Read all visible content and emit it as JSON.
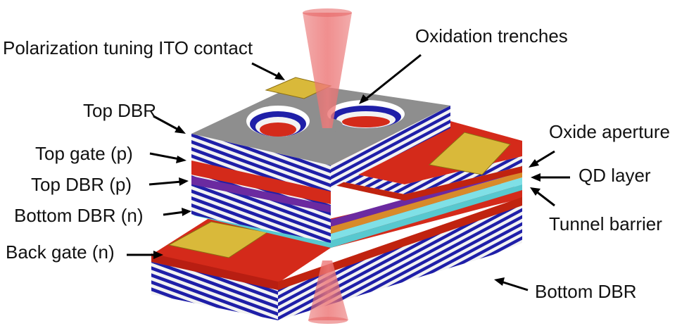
{
  "labels": {
    "polarization_contact": "Polarization tuning ITO contact",
    "oxidation_trenches": "Oxidation trenches",
    "top_dbr": "Top DBR",
    "top_gate": "Top gate (p)",
    "top_dbr_p": "Top DBR (p)",
    "bottom_dbr_n": "Bottom DBR (n)",
    "back_gate": "Back gate (n)",
    "oxide_aperture": "Oxide aperture",
    "qd_layer": "QD layer",
    "tunnel_barrier": "Tunnel barrier",
    "bottom_dbr": "Bottom DBR"
  },
  "colors": {
    "dbr_blue": "#1f1fa8",
    "dbr_white": "#f2f2f2",
    "gate_red": "#d42a1a",
    "top_gray": "#8e8e8e",
    "contact_gold": "#d9b93a",
    "tunnel_cyan": "#7fe0e6",
    "qd_orange": "#d88a2a",
    "laser_pink": "#e86a6a"
  }
}
